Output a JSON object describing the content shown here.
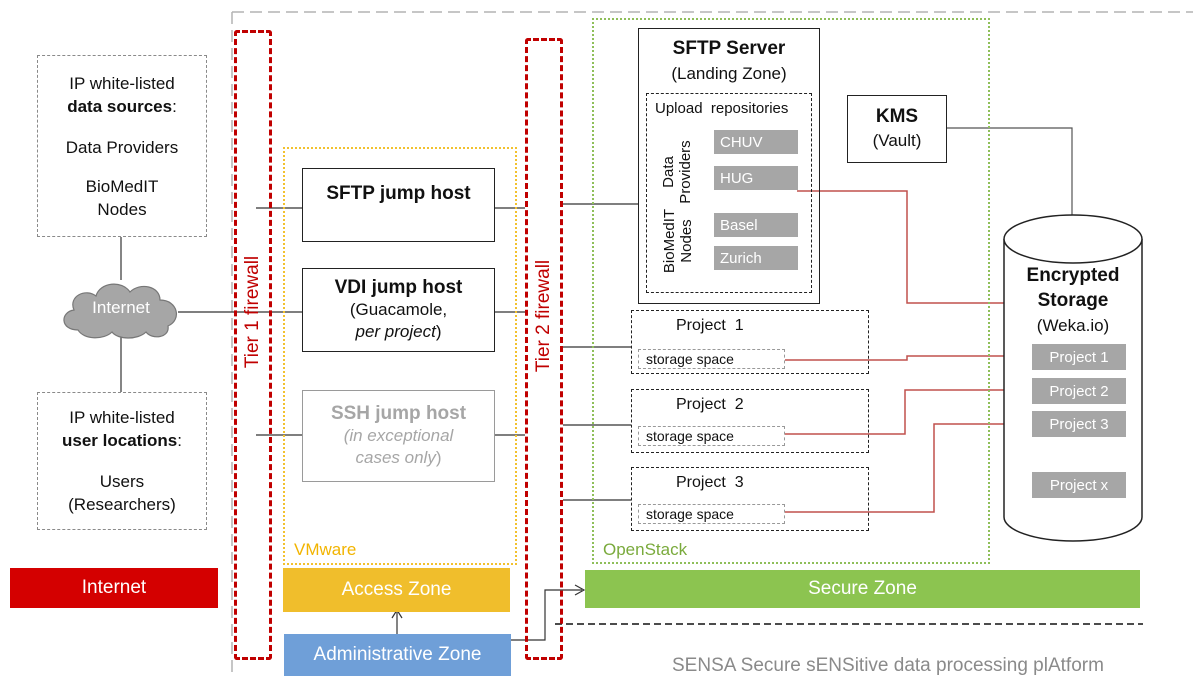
{
  "sources_box": {
    "line1": "IP white-listed",
    "line2": "data sources",
    "colon": ":",
    "item1": "Data Providers",
    "item2a": "BioMedIT",
    "item2b": "Nodes"
  },
  "users_box": {
    "line1": "IP white-listed",
    "line2": "user locations",
    "colon": ":",
    "item1": "Users",
    "item2": "(Researchers)"
  },
  "internet_cloud": "Internet",
  "firewalls": {
    "tier1": "Tier 1 firewall",
    "tier2": "Tier 2 firewall"
  },
  "access": {
    "sftp": "SFTP jump host",
    "vdi_title": "VDI jump host",
    "vdi_sub1": "(Guacamole,",
    "vdi_sub2": "per project",
    "vdi_sub3": ")",
    "ssh_title": "SSH jump host",
    "ssh_sub1": "(in exceptional",
    "ssh_sub2": "cases only",
    "ssh_sub3": ")",
    "vmware_label": "VMware"
  },
  "sftp_server": {
    "title": "SFTP Server",
    "subtitle": "(Landing Zone)",
    "repos_label": "Upload  repositories",
    "group1_a": "Data",
    "group1_b": "Providers",
    "group2_a": "BioMedIT",
    "group2_b": "Nodes",
    "repos": [
      "CHUV",
      "HUG",
      "Basel",
      "Zurich"
    ]
  },
  "projects": [
    {
      "name": "Project  1",
      "storage": "storage space"
    },
    {
      "name": "Project  2",
      "storage": "storage space"
    },
    {
      "name": "Project  3",
      "storage": "storage space"
    }
  ],
  "openstack_label": "OpenStack",
  "kms": {
    "title": "KMS",
    "subtitle": "(Vault)"
  },
  "storage": {
    "line1": "Encrypted",
    "line2": "Storage",
    "line3": "(Weka.io)",
    "items": [
      "Project 1",
      "Project 2",
      "Project 3",
      "Project x"
    ]
  },
  "zones": {
    "internet": "Internet",
    "access": "Access Zone",
    "secure": "Secure Zone",
    "administrative": "Administrative Zone"
  },
  "colors": {
    "firewall": "#c00000",
    "vmware": "#f2c12e",
    "openstack": "#8fbf5a",
    "internet_zone": "#d40000",
    "access_zone": "#f0be2c",
    "secure_zone": "#8cc450",
    "admin_zone": "#6f9fd8",
    "grey_box": "#a6a6a6",
    "link_red": "#c0504d"
  },
  "footer": "SENSA Secure sENSitive data processing plAtform"
}
